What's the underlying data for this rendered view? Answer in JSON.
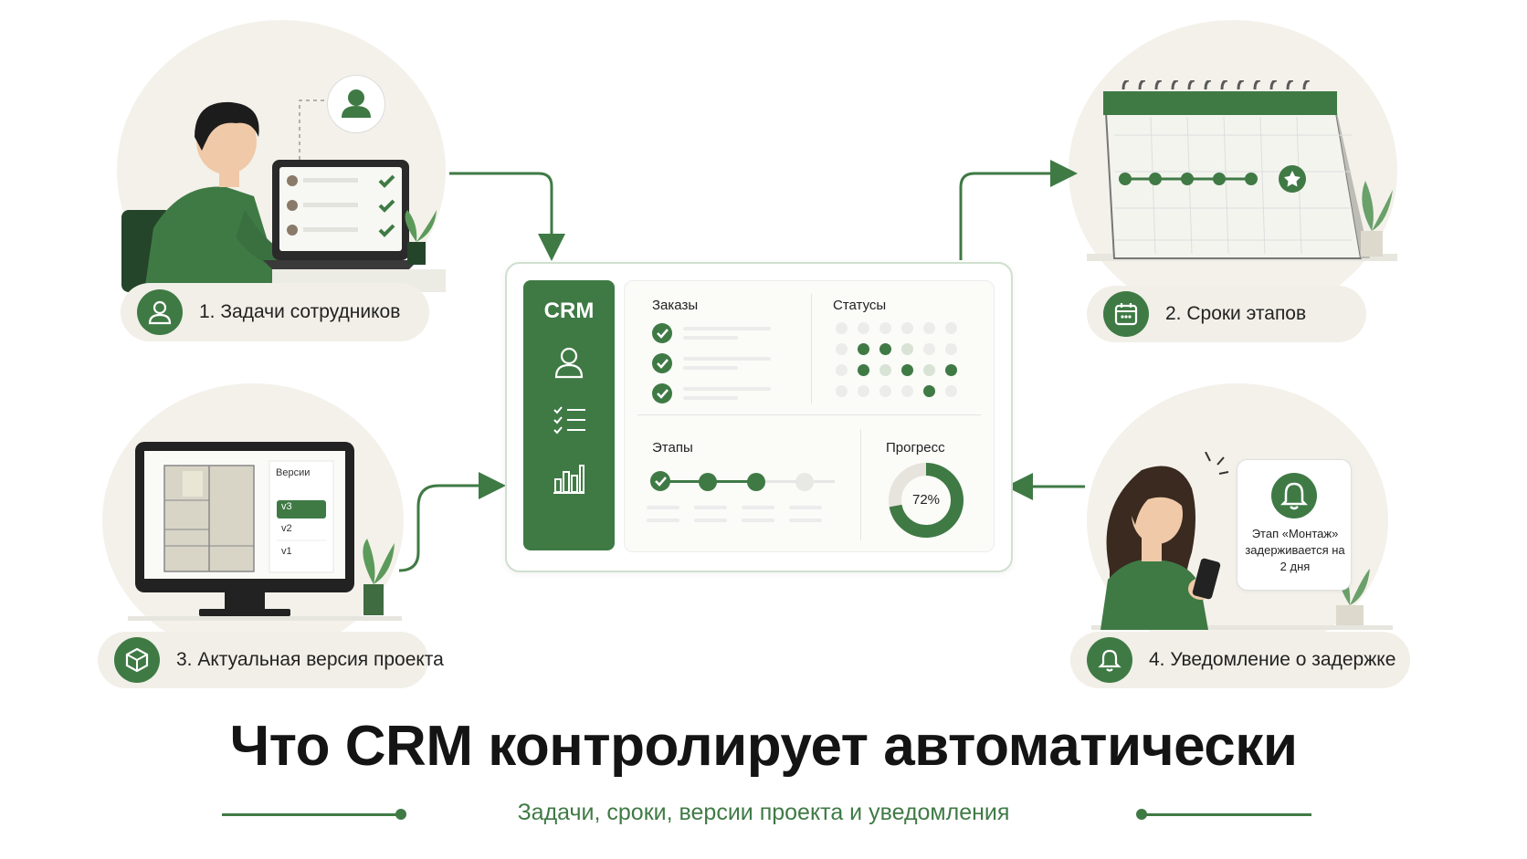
{
  "title": "Что CRM контролирует автоматически",
  "subtitle": "Задачи, сроки, версии проекта и уведомления",
  "steps": [
    {
      "label": "1. Задачи сотрудников",
      "icon": "user-icon"
    },
    {
      "label": "2. Сроки этапов",
      "icon": "calendar-icon"
    },
    {
      "label": "3. Актуальная версия проекта",
      "icon": "box-icon"
    },
    {
      "label": "4. Уведомление о задержке",
      "icon": "bell-icon"
    }
  ],
  "crm": {
    "brand": "CRM",
    "sections": {
      "orders": "Заказы",
      "statuses": "Статусы",
      "stages": "Этапы",
      "progress": "Прогресс"
    },
    "progress_value": 72,
    "progress_text": "72%"
  },
  "versions": {
    "header": "Версии",
    "items": [
      "v3",
      "v2",
      "v1"
    ],
    "active": "v3"
  },
  "notification": {
    "text": "Этап «Монтаж» задерживается на 2 дня"
  },
  "colors": {
    "accent": "#3f7a45",
    "background_blob": "#f3f1ea"
  }
}
